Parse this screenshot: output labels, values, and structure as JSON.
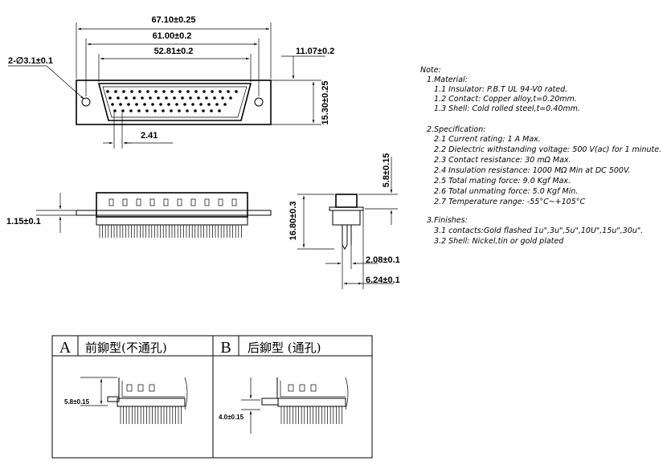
{
  "top_view": {
    "dim_overall": "67.10±0.25",
    "dim_mount": "61.00±0.2",
    "dim_shell": "52.81±0.2",
    "dim_hole": "2-∅3.1±0.1",
    "dim_right": "11.07±0.2",
    "dim_height": "15.30±0.25",
    "dim_pitch": "2.41"
  },
  "front_view": {
    "dim_flange": "1.15±0.1"
  },
  "side_view": {
    "dim_height": "16.80±0.3",
    "dim_top": "5.8±0.15",
    "dim_width1": "2.08±0.1",
    "dim_width2": "6.24±0.1"
  },
  "notes": {
    "title": "Note:",
    "material": {
      "heading": "1.Material:",
      "items": [
        "1.1  Insulator: P.B.T UL 94-V0 rated.",
        "1.2  Contact: Copper alloy,t=0.20mm.",
        "1.3  Shell: Cold rolled steel,t=0.40mm."
      ]
    },
    "specification": {
      "heading": "2.Specification:",
      "items": [
        "2.1  Current rating: 1 A Max.",
        "2.2  Dielectric withstanding voltage: 500 V(ac) for 1 minute.",
        "2.3  Contact resistance: 30 mΩ Max.",
        "2.4  Insulation resistance: 1000 MΩ Min at DC 500V.",
        "2.5  Total mating force: 9.0 Kgf Max.",
        "2.6  Total unmating force: 5.0 Kgf Min.",
        "2.7  Temperature range: -55°C~+105°C"
      ]
    },
    "finishes": {
      "heading": "3.Finishes:",
      "items": [
        "3.1  contacts:Gold flashed 1u\",3u\",5u\",10U\",15u\",30u\".",
        "3.2  Shell: Nickel,tin or gold plated"
      ]
    }
  },
  "panel_a": {
    "letter": "A",
    "title": "前鉚型(不通孔)",
    "dim": "5.8±0.15"
  },
  "panel_b": {
    "letter": "B",
    "title": "后鉚型  (通孔)",
    "dim": "4.0±0.15"
  }
}
